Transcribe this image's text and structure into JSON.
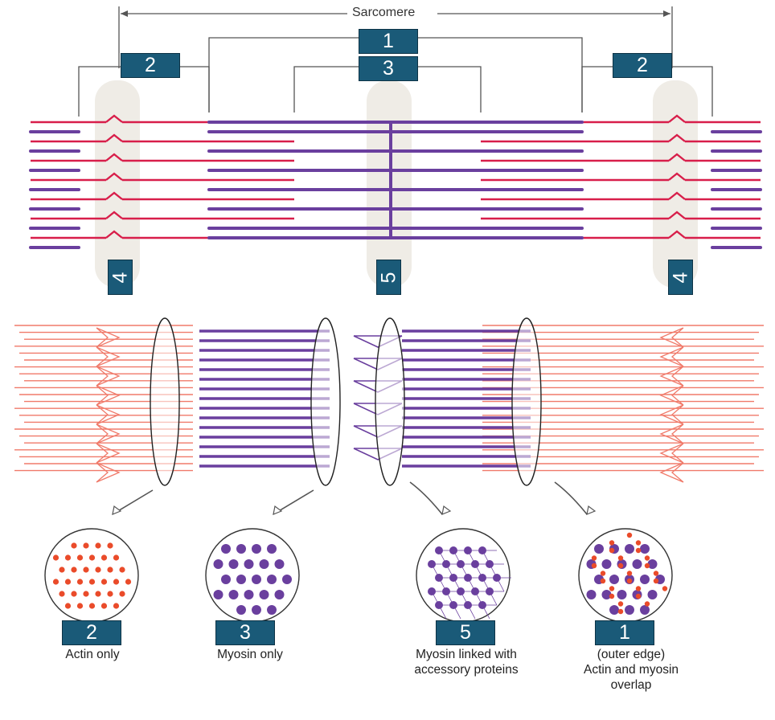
{
  "title": "Sarcomere",
  "labels": {
    "a_band": "1",
    "i_band_left": "2",
    "h_zone": "3",
    "i_band_right": "2",
    "z_disc_left": "4",
    "m_line": "5",
    "z_disc_right": "4"
  },
  "sections": [
    {
      "badge": "2",
      "caption_lines": [
        "Actin only"
      ]
    },
    {
      "badge": "3",
      "caption_lines": [
        "Myosin only"
      ]
    },
    {
      "badge": "5",
      "caption_lines": [
        "Myosin linked with",
        "accessory proteins"
      ]
    },
    {
      "badge": "1",
      "caption_lines": [
        "(outer edge)",
        "Actin and myosin",
        "overlap"
      ]
    }
  ],
  "colors": {
    "actin": "#d81e4a",
    "actin_light": "#f07a6a",
    "myosin": "#6a3f9e",
    "badge": "#1a5a78",
    "band_shade": "#efece6",
    "dot_actin": "#ea4b2a",
    "dot_myosin": "#6a3f9e"
  }
}
